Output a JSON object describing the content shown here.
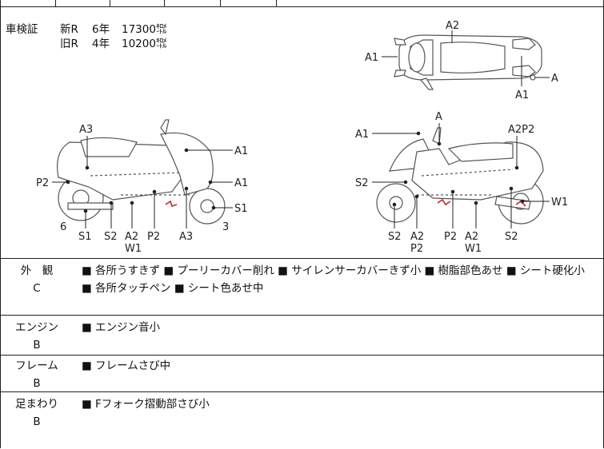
{
  "inspection": {
    "label": "車検証",
    "lines": [
      {
        "gen": "新R",
        "years": "6年",
        "price": "17300㌖"
      },
      {
        "gen": "旧R",
        "years": "4年",
        "price": "10200㌖"
      }
    ]
  },
  "diagram_labels": {
    "top_view": [
      "A2",
      "A1",
      "A",
      "A1"
    ],
    "left_view": [
      "A3",
      "A1",
      "P2",
      "A1",
      "S1",
      "6",
      "3",
      "S1",
      "S2",
      "A2",
      "W1",
      "P2",
      "A3"
    ],
    "right_view": [
      "A",
      "A1",
      "A2P2",
      "S2",
      "W1",
      "S2",
      "A2",
      "P2",
      "P2",
      "A2",
      "W1",
      "S2"
    ]
  },
  "sections": {
    "exterior": {
      "title": "外　観",
      "grade": "C",
      "lines": [
        "■ 各所うすきず ■ プーリーカバー削れ ■ サイレンサーカバーきず小 ■ 樹脂部色あせ ■ シート硬化小",
        "■ 各所タッチペン ■ シート色あせ中"
      ]
    },
    "engine": {
      "title": "エンジン",
      "grade": "B",
      "lines": [
        "■ エンジン音小"
      ]
    },
    "frame": {
      "title": "フレーム",
      "grade": "B",
      "lines": [
        "■ フレームさび中"
      ]
    },
    "suspension": {
      "title": "足まわり",
      "grade": "B",
      "lines": [
        "■ Fフォーク摺動部さび小"
      ]
    }
  }
}
